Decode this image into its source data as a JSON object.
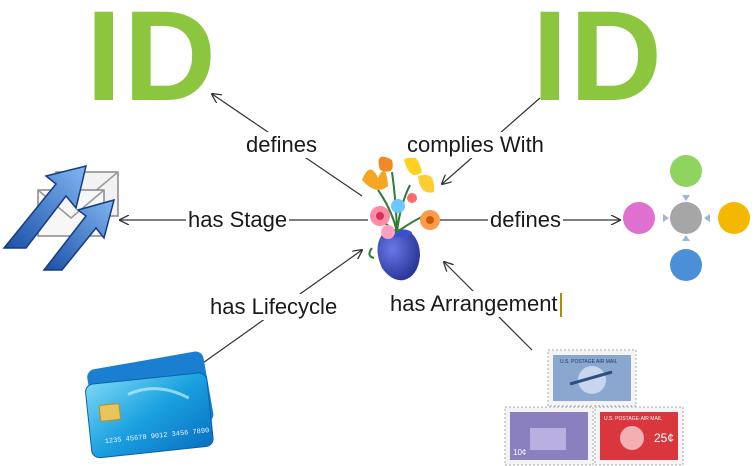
{
  "nodes": {
    "top_left_label": "ID",
    "top_right_label": "ID"
  },
  "edges": {
    "top_left": "defines",
    "top_right": "complies With",
    "left": "has Stage",
    "right": "defines",
    "bottom_left": "has Lifecycle",
    "bottom_right": "has Arrangement"
  },
  "icons": {
    "center": "flower-vase-icon",
    "left": "email-send-icon",
    "right": "circle-cluster-icon",
    "bottom_left": "credit-card-icon",
    "bottom_right": "postage-stamps-icon"
  },
  "card": {
    "number_text": "1235 45678 9012 3456 7890"
  },
  "stamps": {
    "top_text": "U.S. POSTAGE AIR MAIL",
    "left_value": "10¢",
    "right_value": "25¢",
    "right_header": "U.S. POSTAGE·AIR MAIL"
  },
  "colors": {
    "id_green": "#8cc63f",
    "circle_top": "#8fd45f",
    "circle_left": "#e070d0",
    "circle_center": "#a6a6a6",
    "circle_right": "#f5b800",
    "circle_bottom": "#4a8fd8",
    "vase": "#2f3fb8"
  }
}
